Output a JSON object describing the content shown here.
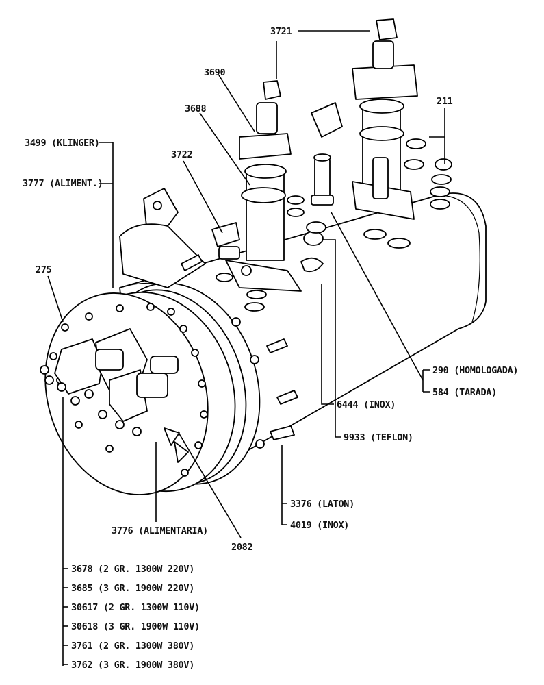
{
  "labels": {
    "l3721": "3721",
    "l3690": "3690",
    "l3688": "3688",
    "l211": "211",
    "l3499": "3499 (KLINGER)",
    "l3722": "3722",
    "l3777": "3777 (ALIMENT.)",
    "l275": "275",
    "l290": "290 (HOMOLOGADA)",
    "l584": "584 (TARADA)",
    "l6444": "6444 (INOX)",
    "l9933": "9933 (TEFLON)",
    "l3376": "3376 (LATON)",
    "l4019": "4019 (INOX)",
    "l3776": "3776 (ALIMENTARIA)",
    "l2082": "2082",
    "heaters": [
      "3678 (2 GR. 1300W 220V)",
      "3685 (3 GR. 1900W 220V)",
      "30617 (2 GR. 1300W 110V)",
      "30618 (3 GR. 1900W 110V)",
      "3761 (2 GR. 1300W 380V)",
      "3762 (3 GR. 1900W 380V)"
    ]
  }
}
